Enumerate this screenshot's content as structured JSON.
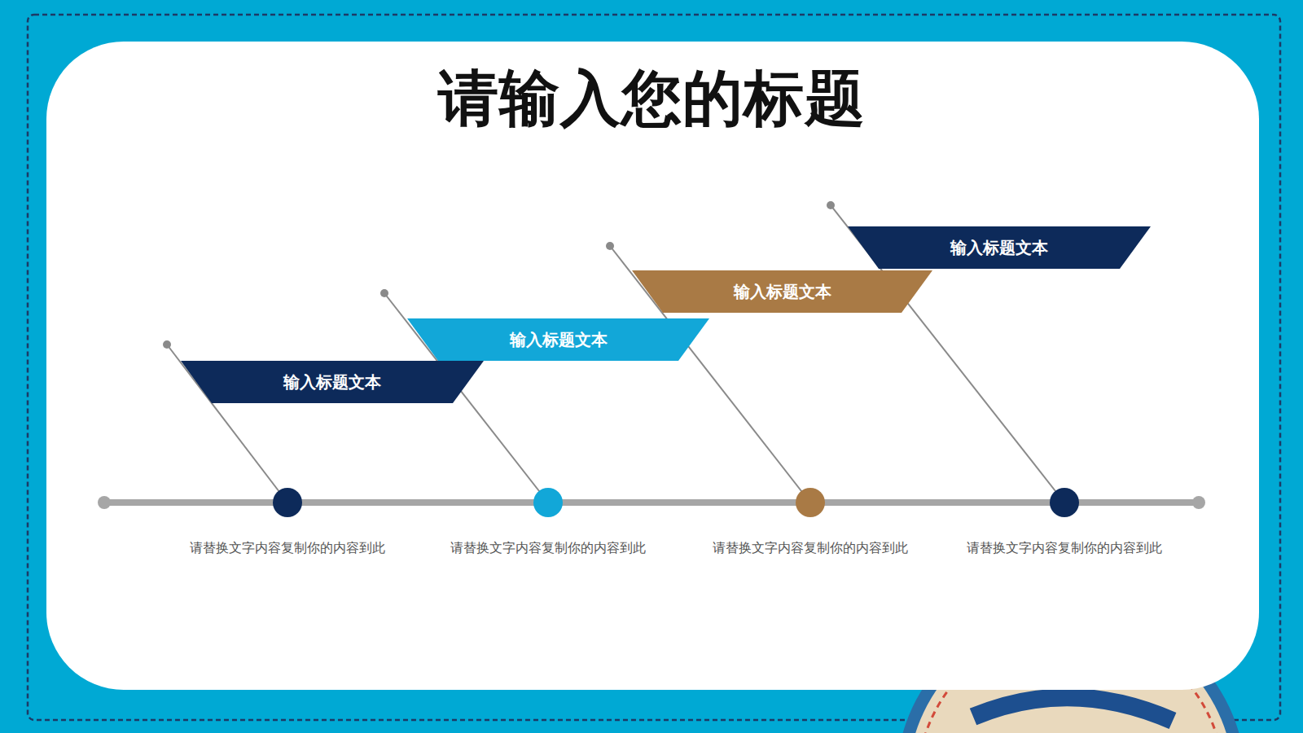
{
  "diagram": {
    "title": "请输入您的标题",
    "nodes": [
      {
        "text": [
          "输入标题文本"
        ]
      },
      {
        "text": [
          "输入标题文本"
        ]
      },
      {
        "text": [
          "输入标题文本"
        ]
      },
      {
        "text": [
          "输入标题文本"
        ]
      }
    ],
    "labels": [
      "请替换文字内容复制你的内容到此",
      "请替换文字内容复制你的内容到此",
      "请替换文字内容复制你的内容到此",
      "请替换文字内容复制你的内容到此"
    ]
  }
}
